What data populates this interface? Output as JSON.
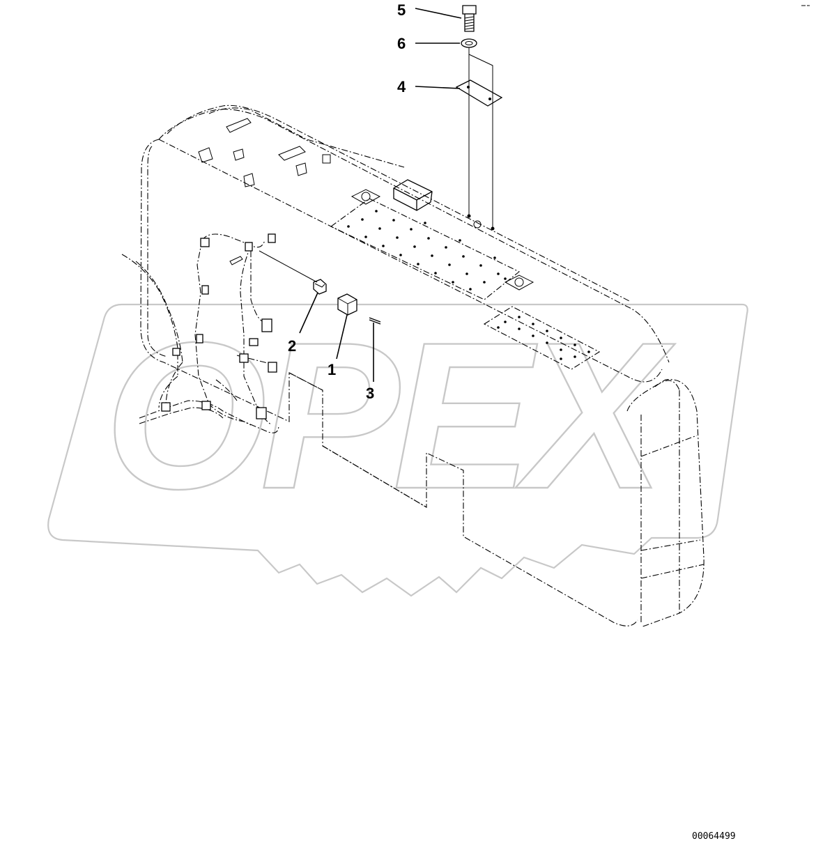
{
  "diagram": {
    "watermark": "OPEX",
    "drawing_number": "00064499",
    "callouts": [
      {
        "id": "c1",
        "label": "1"
      },
      {
        "id": "c2",
        "label": "2"
      },
      {
        "id": "c3",
        "label": "3"
      },
      {
        "id": "c4",
        "label": "4"
      },
      {
        "id": "c5",
        "label": "5"
      },
      {
        "id": "c6",
        "label": "6"
      }
    ]
  }
}
